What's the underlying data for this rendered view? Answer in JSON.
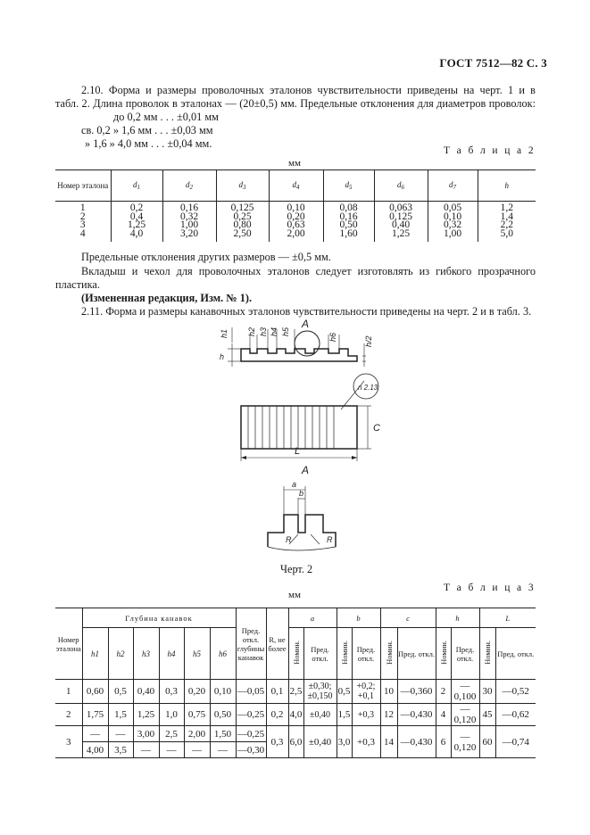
{
  "header": "ГОСТ 7512—82 С. 3",
  "para_2_10": {
    "line1": "2.10. Форма и размеры проволочных эталонов чувствительности приведены на черт. 1 и в",
    "line2": "табл. 2. Длина проволок в эталонах — (20±0,5) мм. Предельные отклонения для диаметров проволок:",
    "line3": "до 0,2 мм . . . ±0,01 мм",
    "line4": "св. 0,2 » 1,6 мм . . . ±0,03 мм",
    "line5": "» 1,6 » 4,0 мм . . . ±0,04 мм."
  },
  "table2": {
    "caption": "Т а б л и ц а 2",
    "unit": "мм",
    "header_first": "Номер эталона",
    "headers": [
      "d",
      "d",
      "d",
      "d",
      "d",
      "d",
      "d",
      "h"
    ],
    "header_subs": [
      "1",
      "2",
      "3",
      "4",
      "5",
      "6",
      "7",
      ""
    ],
    "rows": [
      [
        "1",
        "0,2",
        "0,16",
        "0,125",
        "0,10",
        "0,08",
        "0,063",
        "0,05",
        "1,2"
      ],
      [
        "2",
        "0,4",
        "0,32",
        "0,25",
        "0,20",
        "0,16",
        "0,125",
        "0,10",
        "1,4"
      ],
      [
        "3",
        "1,25",
        "1,00",
        "0,80",
        "0,63",
        "0,50",
        "0,40",
        "0,32",
        "2,2"
      ],
      [
        "4",
        "4,0",
        "3,20",
        "2,50",
        "2,00",
        "1,60",
        "1,25",
        "1,00",
        "5,0"
      ]
    ]
  },
  "after_table2": {
    "line1": "Предельные отклонения других размеров — ±0,5 мм.",
    "line2": "Вкладыш и чехол для проволочных эталонов следует изготовлять из гибкого прозрачного",
    "line3": "пластика.",
    "line4": "(Измененная редакция, Изм. № 1).",
    "line5": "2.11. Форма и размеры канавочных эталонов чувствительности приведены на черт. 2 и в табл. 3."
  },
  "drawing": {
    "labels": {
      "h1": "h1",
      "h2": "h2",
      "h3": "h3",
      "h4": "h4",
      "h5": "h5",
      "h6": "h6",
      "h": "h",
      "h_half": "h/2",
      "A": "A",
      "marking": "n 2.13",
      "C": "C",
      "L": "L",
      "detail_A": "A",
      "a": "a",
      "b": "b",
      "R1": "R",
      "R2": "R"
    },
    "caption": "Черт. 2"
  },
  "table3": {
    "unit": "мм",
    "caption": "Т а б л и ц а 3",
    "h_number": "Номер эталона",
    "h_groove": "Глубина канавок",
    "h_groove_cols": [
      "h1",
      "h2",
      "h3",
      "h4",
      "h5",
      "h6"
    ],
    "h_dev": "Пред. откл. глубины канавок",
    "h_R": "R, не более",
    "h_a": "a",
    "h_b": "b",
    "h_c": "c",
    "h_hh": "h",
    "h_L": "L",
    "h_nom": "Номин.",
    "h_pred": "Пред. откл.",
    "rows": [
      [
        "1",
        "0,60",
        "0,5",
        "0,40",
        "0,3",
        "0,20",
        "0,10",
        "—0,05",
        "0,1",
        "2,5",
        "±0,30; ±0,150",
        "0,5",
        "+0,2; +0,1",
        "10",
        "—0,360",
        "2",
        "—0,100",
        "30",
        "—0,52"
      ],
      [
        "2",
        "1,75",
        "1,5",
        "1,25",
        "1,0",
        "0,75",
        "0,50",
        "—0,25",
        "0,2",
        "4,0",
        "±0,40",
        "1,5",
        "+0,3",
        "12",
        "—0,430",
        "4",
        "—0,120",
        "45",
        "—0,62"
      ]
    ],
    "row3a": [
      "—",
      "—",
      "3,00",
      "2,5",
      "2,00",
      "1,50",
      "—0,25"
    ],
    "row3b": [
      "4,00",
      "3,5",
      "—",
      "—",
      "—",
      "—",
      "—0,30"
    ],
    "row3_common": [
      "3",
      "0,3",
      "6,0",
      "±0,40",
      "3,0",
      "+0,3",
      "14",
      "—0,430",
      "6",
      "—0,120",
      "60",
      "—0,74"
    ]
  }
}
